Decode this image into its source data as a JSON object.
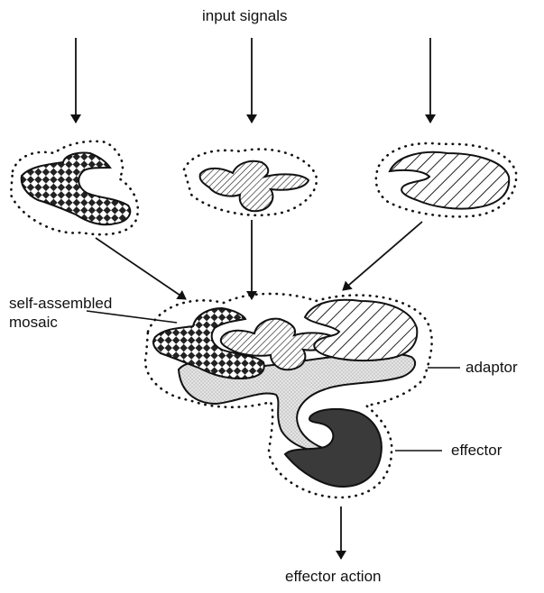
{
  "labels": {
    "input_signals": "input  signals",
    "self_assembled_mosaic": "self-assembled\nmosaic",
    "adaptor": "adaptor",
    "effector": "effector",
    "effector_action": "effector  action"
  },
  "colors": {
    "ink": "#111111",
    "adaptor_fill": "#d9d9d9",
    "effector_fill": "#3a3a3a"
  },
  "patterns": {
    "left_receptor": "checkerboard",
    "middle_receptor": "fine-hatch",
    "right_receptor": "diagonal-stripes"
  }
}
